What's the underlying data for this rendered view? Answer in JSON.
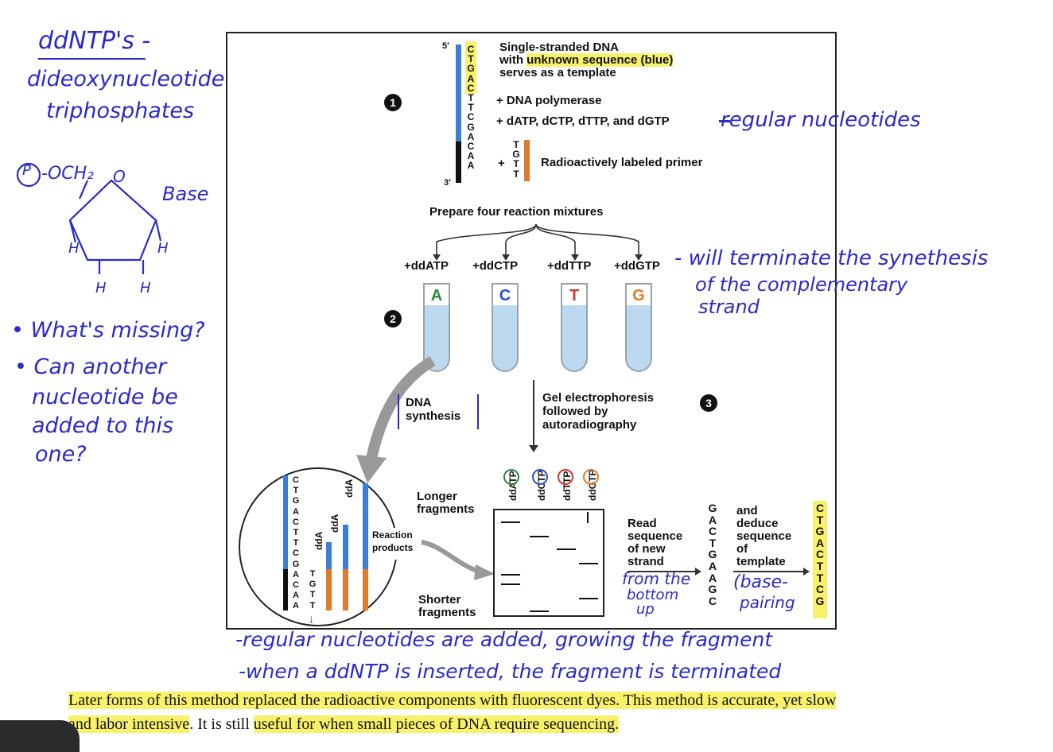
{
  "notes": {
    "title": "ddNTP's -",
    "definition_1": "dideoxynucleotide-",
    "definition_2": "triphosphates",
    "molecule": {
      "phosphate": "P",
      "och2": "-OCH₂",
      "oxygen": "O",
      "base": "Base",
      "h_left": "H",
      "h_right": "H",
      "h_bottom_left": "H",
      "h_bottom_right": "H"
    },
    "question_1": "• What's missing?",
    "question_2": "• Can another",
    "question_3": "nucleotide be",
    "question_4": "added to this",
    "question_5": "one?",
    "regular_nucleotides": "regular nucleotides",
    "will_terminate_1": "- will terminate the synethesis",
    "will_terminate_2": "of the complementary",
    "will_terminate_3": "strand",
    "from_bottom_1": "from the",
    "from_bottom_2": "bottom",
    "from_bottom_3": "up",
    "base_pairing_1": "(base-",
    "base_pairing_2": "pairing",
    "bottom_note_1": "-regular nucleotides are added, growing the fragment",
    "bottom_note_2": "-when a ddNTP is inserted, the fragment is terminated"
  },
  "figure": {
    "five_prime": "5′",
    "three_prime": "3′",
    "template_letters": "C\nT\nG\nA\nC\nT\nT\nC\nG\nA\nC\nA\nA",
    "primer_letters": "T\nG\nT\nT",
    "template_desc_1": "Single-stranded DNA",
    "template_desc_2a": "with ",
    "template_desc_2b": "unknown sequence",
    "template_desc_2c": " (blue)",
    "template_desc_3": "serves as a template",
    "step1": "1",
    "step2": "2",
    "step3": "3",
    "polymerase": "+ DNA polymerase",
    "dntps": "+ dATP, dCTP, dTTP, and dGTP",
    "plus": "+",
    "primer_label": "Radioactively labeled primer",
    "prepare": "Prepare four reaction mixtures",
    "reactions": [
      "+ddATP",
      "+ddCTP",
      "+ddTTP",
      "+ddGTP"
    ],
    "tube_letters": [
      "A",
      "C",
      "T",
      "G"
    ],
    "dna_synthesis_1": "DNA",
    "dna_synthesis_2": "synthesis",
    "gel_1": "Gel electrophoresis",
    "gel_2": "followed by",
    "gel_3": "autoradiography",
    "lanes": [
      "ddATP",
      "ddCTP",
      "ddTTP",
      "ddGTP"
    ],
    "lane_letters": [
      "A",
      "C",
      "T",
      "G"
    ],
    "longer_1": "Longer",
    "longer_2": "fragments",
    "shorter_1": "Shorter",
    "shorter_2": "fragments",
    "reaction_products_1": "Reaction",
    "reaction_products_2": "products",
    "inset_template": "C\nT\nG\nA\nC\nT\nT\nC\nG\nA\nC\nA\nA",
    "inset_primer": "T\nG\nT\nT",
    "dda": "ddA",
    "read_1": "Read",
    "read_2": "sequence",
    "read_3": "of new",
    "read_4": "strand",
    "new_strand_seq": "G\nA\nC\nT\nG\nA\nA\nG\nC",
    "deduce_1": "and",
    "deduce_2": "deduce",
    "deduce_3": "sequence",
    "deduce_4": "of",
    "deduce_5": "template",
    "template_seq": "C\nT\nG\nA\nC\nT\nT\nC\nG"
  },
  "caption": {
    "line1_a": "Later forms of this method replaced the radioactive components with fluorescent dyes. This method is ",
    "line1_b": "accurate, yet slow",
    "line2_a": "and labor intensive",
    "line2_b": ". It is still ",
    "line2_c": "useful for when small pieces of DNA require sequencing."
  },
  "colors": {
    "ink": "#2a2ac8",
    "highlight": "#f8f26a",
    "template_blue": "#3a7fd4",
    "primer_orange": "#e07b2a",
    "a_green": "#2a8a3a",
    "c_blue": "#2a4fc8",
    "t_red": "#d03a2a",
    "g_orange": "#e07b2a"
  }
}
